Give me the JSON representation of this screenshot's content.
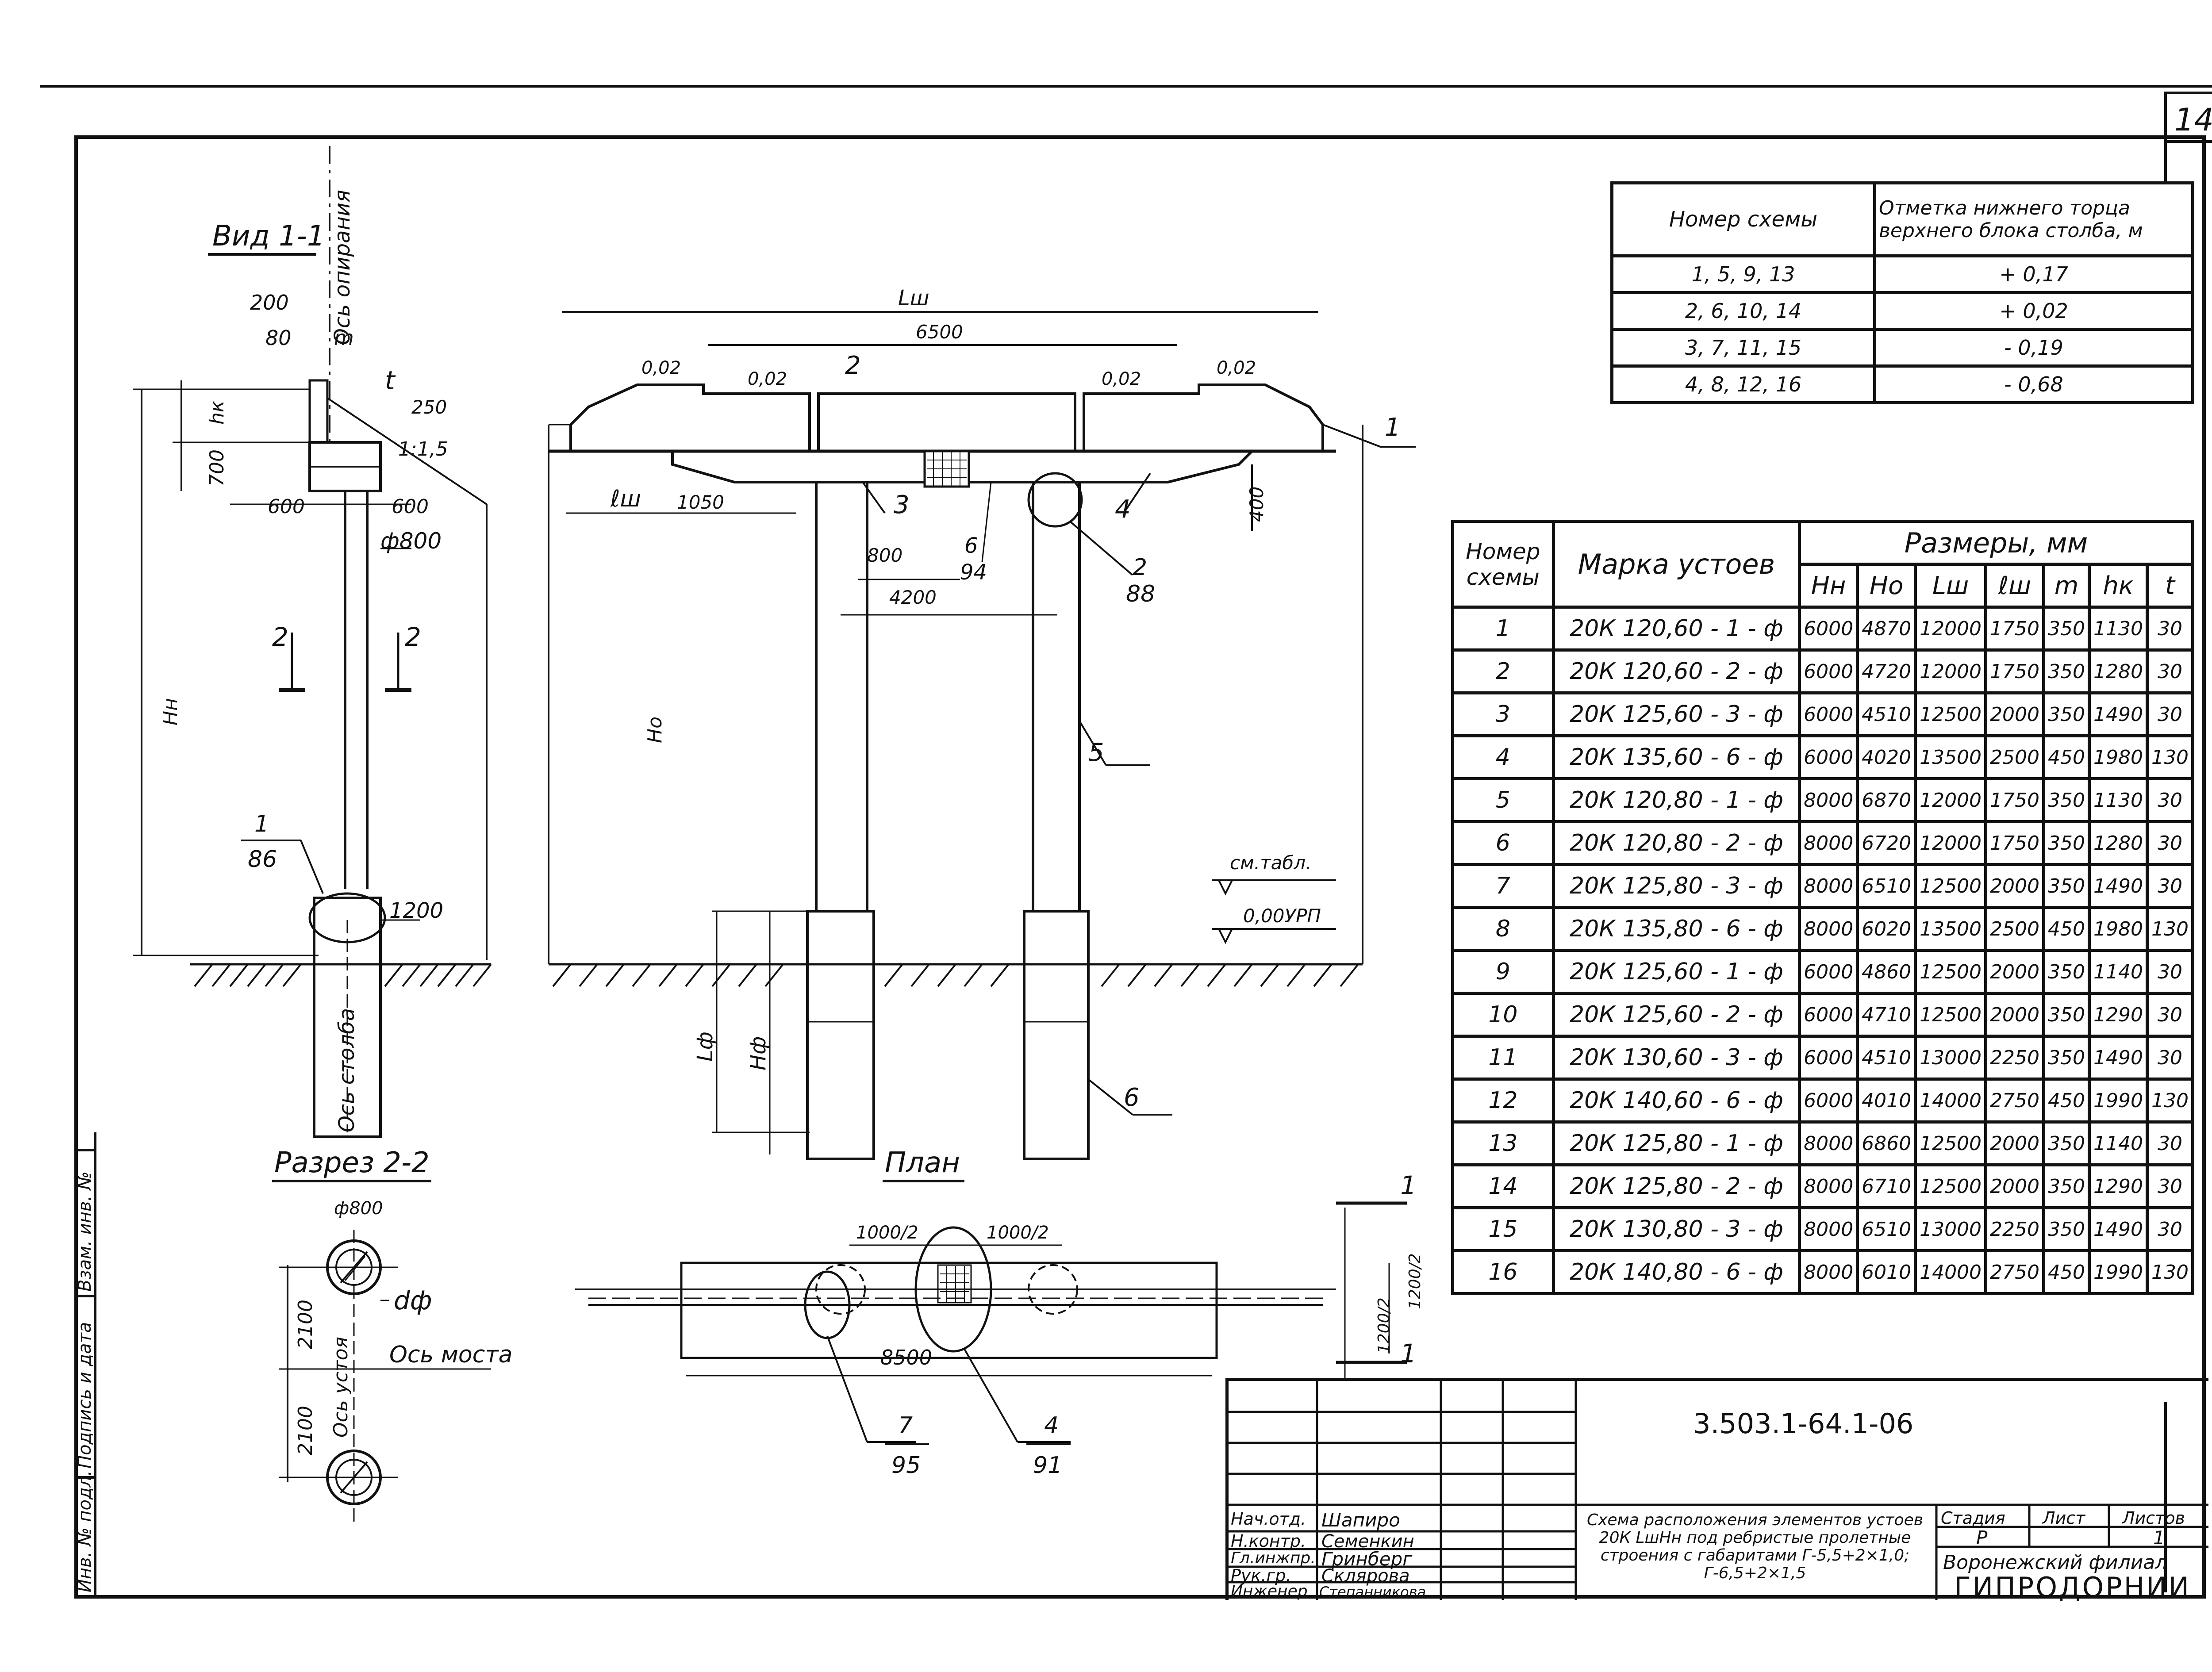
{
  "sheet_number": "14",
  "drawing_code": "3.503.1-64.1-06",
  "views": {
    "view_1_1": "Вид 1-1",
    "section_2_2": "Разрез 2-2",
    "plan": "План"
  },
  "labels": {
    "support_axis": "Ось опирания",
    "pillar_axis": "Ось столба",
    "bridge_axis": "Ось моста",
    "abutment_axis": "Ось устоя",
    "see_table": "см.табл.",
    "low_water_mark": "0,00УРП",
    "slope": "1:1,5",
    "Hn": "Нн",
    "Ho": "Но",
    "Lsh": "Lш",
    "lsh": "ℓш",
    "hk": "hк",
    "Hf": "Нф",
    "Lf": "Lф",
    "m": "m",
    "t": "t",
    "df": "dф"
  },
  "dims": {
    "d200": "200",
    "d80": "80",
    "d250": "250",
    "d700": "700",
    "d600a": "600",
    "d600b": "600",
    "phi800": "ф800",
    "d1200": "1200",
    "d6500": "6500",
    "d1050": "1050",
    "d800": "800",
    "d4200": "4200",
    "d400": "400",
    "d002": "0,02",
    "d8500": "8500",
    "d1000a": "1000/2",
    "d1000b": "1000/2",
    "d1200a": "1200/2",
    "d1200b": "1200/2",
    "d2100a": "2100",
    "d2100b": "2100",
    "phi800b": "ф800"
  },
  "callouts": {
    "c1": "1",
    "c2": "2",
    "c3": "3",
    "c4": "4",
    "c5": "5",
    "c6": "6",
    "c7": "7",
    "n6": "6",
    "n94": "94",
    "n2": "2",
    "n88": "88",
    "n1": "1",
    "n86": "86",
    "n7": "7",
    "n95": "95",
    "n4": "4",
    "n91": "91",
    "sec1": "1",
    "sec2": "2"
  },
  "height_table": {
    "headers": [
      "Номер схемы",
      "Отметка нижнего торца верхнего блока столба, м"
    ],
    "rows": [
      [
        "1, 5, 9, 13",
        "+ 0,17"
      ],
      [
        "2, 6, 10, 14",
        "+ 0,02"
      ],
      [
        "3, 7, 11, 15",
        "- 0,19"
      ],
      [
        "4, 8, 12, 16",
        "- 0,68"
      ]
    ]
  },
  "main_table": {
    "h_scheme": "Номер схемы",
    "h_mark": "Марка устоев",
    "h_dims": "Размеры, мм",
    "dim_headers": [
      "Нн",
      "Но",
      "Lш",
      "ℓш",
      "m",
      "hк",
      "t"
    ],
    "rows": [
      [
        "1",
        "20К 120,60 - 1 - ф",
        "6000",
        "4870",
        "12000",
        "1750",
        "350",
        "1130",
        "30"
      ],
      [
        "2",
        "20К 120,60 - 2 - ф",
        "6000",
        "4720",
        "12000",
        "1750",
        "350",
        "1280",
        "30"
      ],
      [
        "3",
        "20К 125,60 - 3 - ф",
        "6000",
        "4510",
        "12500",
        "2000",
        "350",
        "1490",
        "30"
      ],
      [
        "4",
        "20К 135,60 - 6 - ф",
        "6000",
        "4020",
        "13500",
        "2500",
        "450",
        "1980",
        "130"
      ],
      [
        "5",
        "20К 120,80 - 1 - ф",
        "8000",
        "6870",
        "12000",
        "1750",
        "350",
        "1130",
        "30"
      ],
      [
        "6",
        "20К 120,80 - 2 - ф",
        "8000",
        "6720",
        "12000",
        "1750",
        "350",
        "1280",
        "30"
      ],
      [
        "7",
        "20К 125,80 - 3 - ф",
        "8000",
        "6510",
        "12500",
        "2000",
        "350",
        "1490",
        "30"
      ],
      [
        "8",
        "20К 135,80 - 6 - ф",
        "8000",
        "6020",
        "13500",
        "2500",
        "450",
        "1980",
        "130"
      ],
      [
        "9",
        "20К 125,60 - 1 - ф",
        "6000",
        "4860",
        "12500",
        "2000",
        "350",
        "1140",
        "30"
      ],
      [
        "10",
        "20К 125,60 - 2 - ф",
        "6000",
        "4710",
        "12500",
        "2000",
        "350",
        "1290",
        "30"
      ],
      [
        "11",
        "20К 130,60 - 3 - ф",
        "6000",
        "4510",
        "13000",
        "2250",
        "350",
        "1490",
        "30"
      ],
      [
        "12",
        "20К 140,60 - 6 - ф",
        "6000",
        "4010",
        "14000",
        "2750",
        "450",
        "1990",
        "130"
      ],
      [
        "13",
        "20К 125,80 - 1 - ф",
        "8000",
        "6860",
        "12500",
        "2000",
        "350",
        "1140",
        "30"
      ],
      [
        "14",
        "20К 125,80 - 2 - ф",
        "8000",
        "6710",
        "12500",
        "2000",
        "350",
        "1290",
        "30"
      ],
      [
        "15",
        "20К 130,80 - 3 - ф",
        "8000",
        "6510",
        "13000",
        "2250",
        "350",
        "1490",
        "30"
      ],
      [
        "16",
        "20К 140,80 - 6 - ф",
        "8000",
        "6010",
        "14000",
        "2750",
        "450",
        "1990",
        "130"
      ]
    ]
  },
  "title_block": {
    "code": "3.503.1-64.1-06",
    "roles": [
      "Нач.отд.",
      "Н.контр.",
      "Гл.инжпр.",
      "Рук.гр.",
      "Инженер"
    ],
    "names": [
      "Шапиро",
      "Семенкин",
      "Гринберг",
      "Склярова",
      "Степанникова"
    ],
    "title": "Схема расположения элементов устоев 20К LшНн под ребристые пролетные строения с габаритами Г-5,5+2×1,0; Г-6,5+2×1,5",
    "stage_label": "Стадия",
    "sheet_label": "Лист",
    "sheets_label": "Листов",
    "stage": "Р",
    "sheets": "1",
    "branch": "Воронежский филиал",
    "org": "ГИПРОДОРНИИ"
  },
  "margin_stamp": {
    "inv_orig": "Инв. № подл.",
    "sign_date": "Подпись и дата",
    "inv_dup": "Взам. инв. №"
  }
}
